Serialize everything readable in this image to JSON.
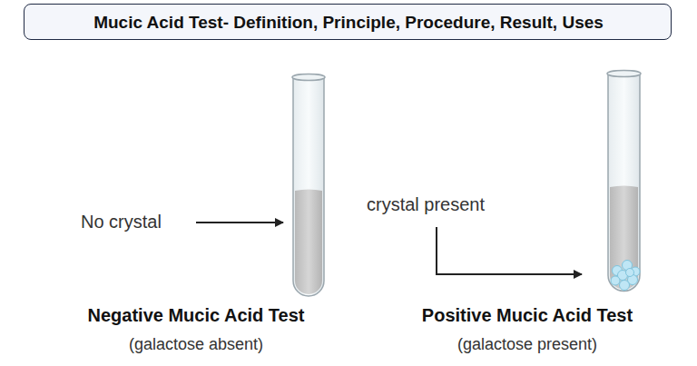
{
  "diagram": {
    "title": "Mucic Acid Test- Definition, Principle, Procedure, Result, Uses",
    "labels": [
      "No crystal",
      "crystal present",
      "Negative Mucic Acid Test",
      "(galactose absent)",
      "Positive Mucic Acid Test",
      "(galactose present)"
    ]
  }
}
